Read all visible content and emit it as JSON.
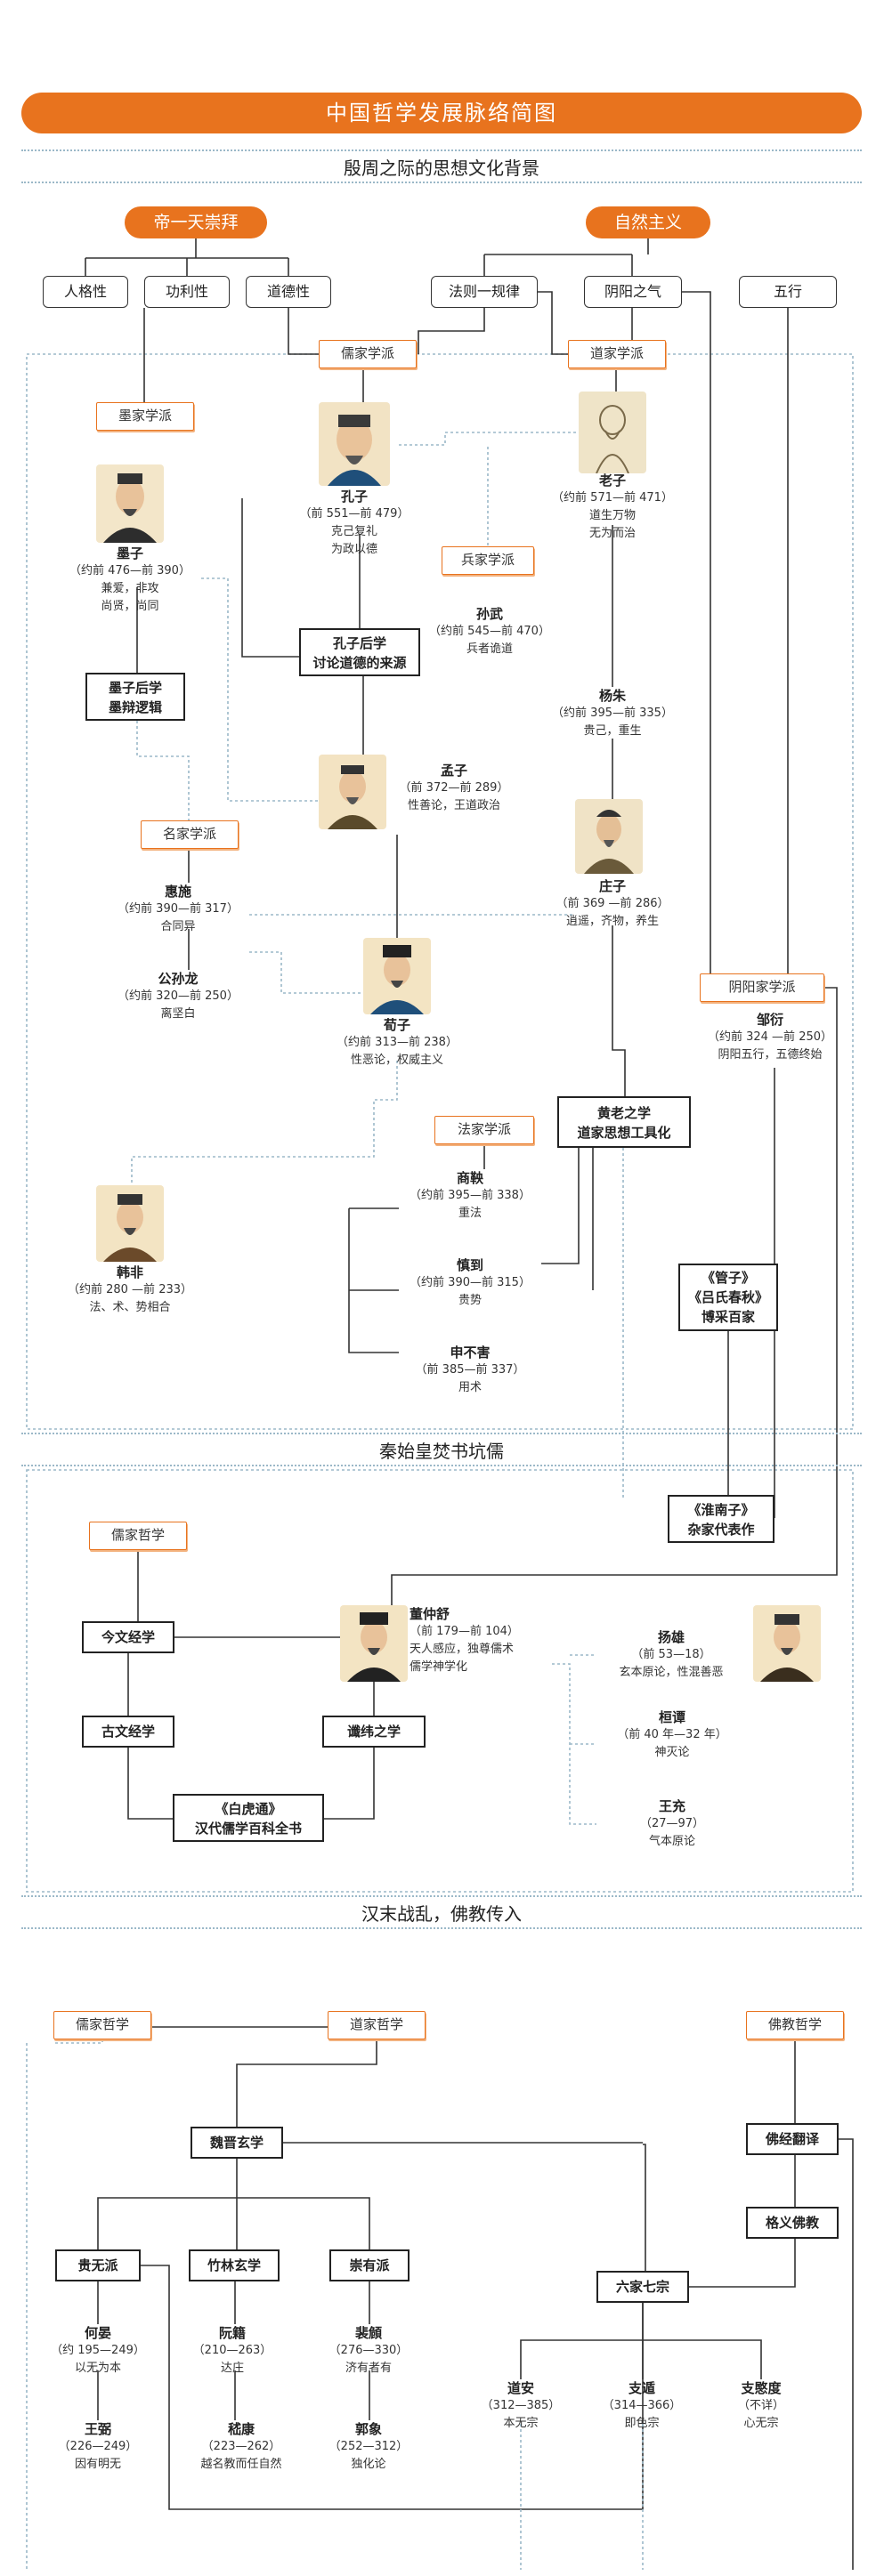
{
  "title": "中国哲学发展脉络简图",
  "sections": {
    "s1": "殷周之际的思想文化背景",
    "s2": "秦始皇焚书坑儒",
    "s3": "汉末战乱，佛教传入"
  },
  "pills": {
    "left": "帝一天崇拜",
    "right": "自然主义"
  },
  "top_boxes": {
    "personality": "人格性",
    "utility": "功利性",
    "morality": "道德性",
    "law": "法则一规律",
    "yinyang_qi": "阴阳之气",
    "wuxing": "五行"
  },
  "schools": {
    "ru": "儒家学派",
    "dao": "道家学派",
    "mo": "墨家学派",
    "bing": "兵家学派",
    "ming": "名家学派",
    "yinyang": "阴阳家学派",
    "fa": "法家学派",
    "ru2": "儒家哲学",
    "ru3": "儒家哲学",
    "dao3": "道家哲学",
    "fo": "佛教哲学"
  },
  "boxes": {
    "kongzi_after": "孔子后学\n讨论道德的来源",
    "mozi_after": "墨子后学\n墨辩逻辑",
    "huanglao": "黄老之学\n道家思想工具化",
    "guanzi": "《管子》\n《吕氏春秋》\n博采百家",
    "huainanzi": "《淮南子》\n杂家代表作",
    "jinwen": "今文经学",
    "guwen": "古文经学",
    "chenwei": "谶纬之学",
    "baihutong": "《白虎通》\n汉代儒学百科全书",
    "weijin": "魏晋玄学",
    "guiwu": "贵无派",
    "zhulin": "竹林玄学",
    "chongyou": "崇有派",
    "fojing": "佛经翻译",
    "geyi": "格义佛教",
    "liujia": "六家七宗"
  },
  "persons": {
    "kongzi": {
      "name": "孔子",
      "dates": "（前 551—前 479）",
      "desc": "克己复礼\n为政以德"
    },
    "laozi": {
      "name": "老子",
      "dates": "（约前 571—前 471）",
      "desc": "道生万物\n无为而治"
    },
    "mozi": {
      "name": "墨子",
      "dates": "（约前 476—前 390）",
      "desc": "兼爱，非攻\n尚贤，尚同"
    },
    "sunwu": {
      "name": "孙武",
      "dates": "（约前 545—前 470）",
      "desc": "兵者诡道"
    },
    "yangzhu": {
      "name": "杨朱",
      "dates": "（约前 395—前 335）",
      "desc": "贵己，重生"
    },
    "mengzi": {
      "name": "孟子",
      "dates": "（前 372—前 289）",
      "desc": "性善论，王道政治"
    },
    "zhuangzi": {
      "name": "庄子",
      "dates": "（前 369 —前 286）",
      "desc": "逍遥，齐物，养生"
    },
    "huishi": {
      "name": "惠施",
      "dates": "（约前 390—前 317）",
      "desc": "合同异"
    },
    "gongsunlong": {
      "name": "公孙龙",
      "dates": "（约前 320—前 250）",
      "desc": "离坚白"
    },
    "zouyan": {
      "name": "邹衍",
      "dates": "（约前 324 —前 250）",
      "desc": "阴阳五行，五德终始"
    },
    "xunzi": {
      "name": "荀子",
      "dates": "（约前 313—前 238）",
      "desc": "性恶论，权威主义"
    },
    "shangyang": {
      "name": "商鞅",
      "dates": "（约前 395—前 338）",
      "desc": "重法"
    },
    "shendao": {
      "name": "慎到",
      "dates": "（约前 390—前 315）",
      "desc": "贵势"
    },
    "hanfei": {
      "name": "韩非",
      "dates": "（约前 280 —前 233）",
      "desc": "法、术、势相合"
    },
    "shenbuhai": {
      "name": "申不害",
      "dates": "（前 385—前 337）",
      "desc": "用术"
    },
    "dongzhongshu": {
      "name": "董仲舒",
      "dates": "（前 179—前 104）",
      "desc": "天人感应，独尊儒术\n儒学神学化"
    },
    "yangxiong": {
      "name": "扬雄",
      "dates": "（前 53—18）",
      "desc": "玄本原论，性混善恶"
    },
    "huantan": {
      "name": "桓谭",
      "dates": "（前 40 年—32 年）",
      "desc": "神灭论"
    },
    "wangchong": {
      "name": "王充",
      "dates": "（27—97）",
      "desc": "气本原论"
    },
    "heyan": {
      "name": "何晏",
      "dates": "（约 195—249）",
      "desc": "以无为本"
    },
    "wangbi": {
      "name": "王弼",
      "dates": "（226—249）",
      "desc": "因有明无"
    },
    "ruanji": {
      "name": "阮籍",
      "dates": "（210—263）",
      "desc": "达庄"
    },
    "jikang": {
      "name": "嵇康",
      "dates": "（223—262）",
      "desc": "越名教而任自然"
    },
    "peiwei": {
      "name": "裴頠",
      "dates": "（276—330）",
      "desc": "济有者有"
    },
    "guoxiang": {
      "name": "郭象",
      "dates": "（252—312）",
      "desc": "独化论"
    },
    "daoan": {
      "name": "道安",
      "dates": "（312—385）",
      "desc": "本无宗"
    },
    "zhidun": {
      "name": "支遁",
      "dates": "（314—366）",
      "desc": "即色宗"
    },
    "zhiminadu": {
      "name": "支愍度",
      "dates": "（不详）",
      "desc": "心无宗"
    }
  },
  "colors": {
    "accent": "#e8731e",
    "line": "#333333",
    "dotted": "#9bb8c8"
  }
}
